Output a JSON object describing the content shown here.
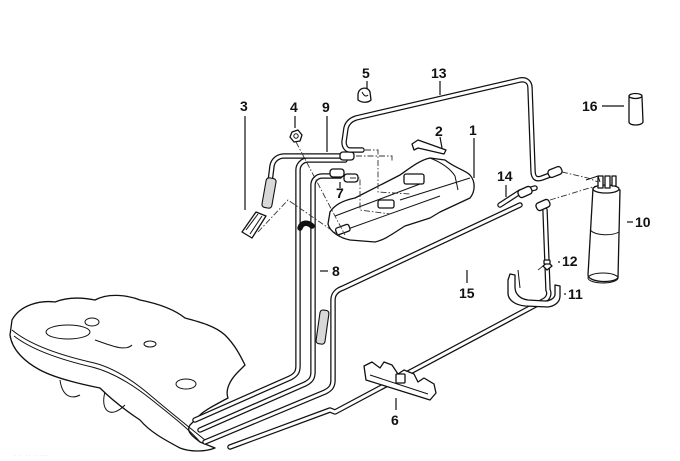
{
  "diagram": {
    "title": "Fuel tank evaporative emission system — exploded parts view",
    "callouts": [
      {
        "id": "1",
        "label": "1"
      },
      {
        "id": "2",
        "label": "2"
      },
      {
        "id": "3",
        "label": "3"
      },
      {
        "id": "4",
        "label": "4"
      },
      {
        "id": "5",
        "label": "5"
      },
      {
        "id": "6",
        "label": "6"
      },
      {
        "id": "7",
        "label": "7"
      },
      {
        "id": "8",
        "label": "8"
      },
      {
        "id": "9",
        "label": "9"
      },
      {
        "id": "10",
        "label": "10"
      },
      {
        "id": "11",
        "label": "11"
      },
      {
        "id": "12",
        "label": "12"
      },
      {
        "id": "13",
        "label": "13"
      },
      {
        "id": "14",
        "label": "14"
      },
      {
        "id": "15",
        "label": "15"
      },
      {
        "id": "16",
        "label": "16"
      }
    ],
    "parts": {
      "fuel_tank": "fuel-tank",
      "expansion_tank": "expansion-tank",
      "carbon_canister": "activated-carbon-canister",
      "pipe_clip": "pipe-clip",
      "bracket": "canister-bracket",
      "cap": "cap"
    },
    "watermark": "· ·  ·· ·····"
  }
}
